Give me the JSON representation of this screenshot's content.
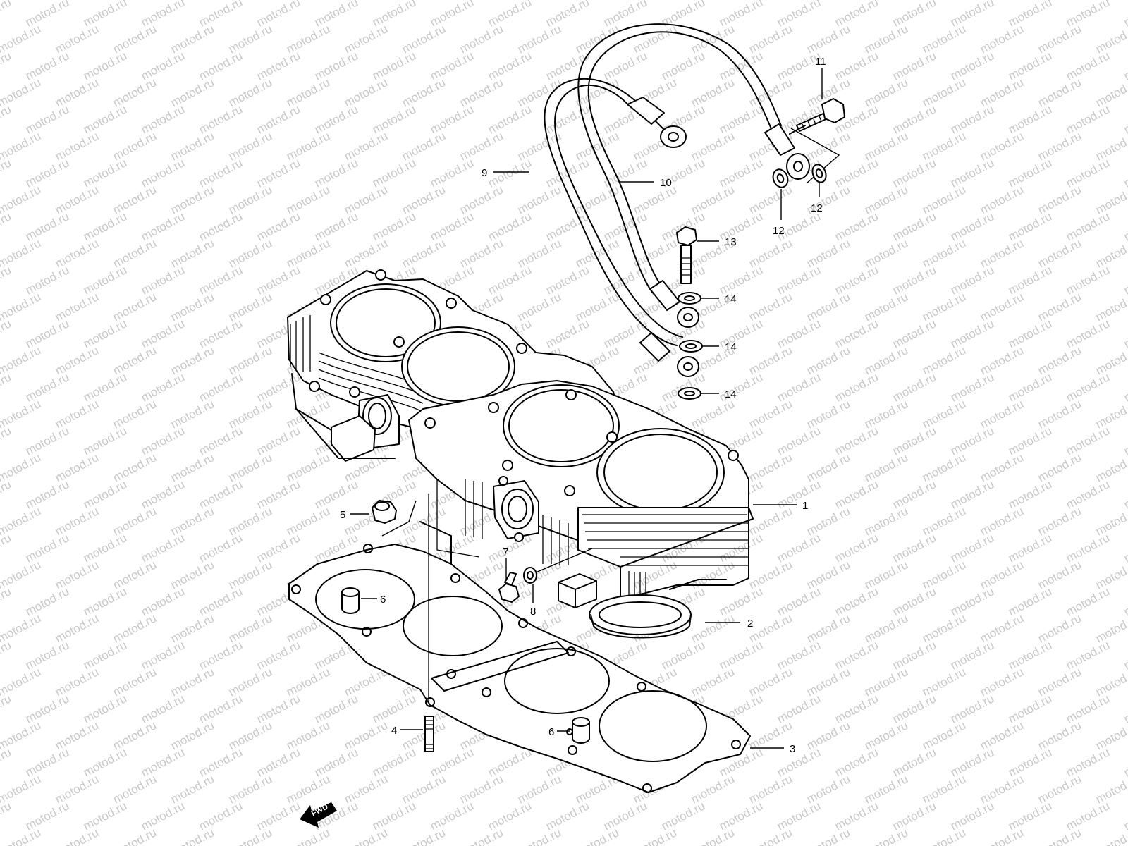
{
  "watermark": "motod.ru",
  "fwd_label": "FWD",
  "callouts": [
    {
      "id": "1",
      "label": "1"
    },
    {
      "id": "2",
      "label": "2"
    },
    {
      "id": "3",
      "label": "3"
    },
    {
      "id": "4",
      "label": "4"
    },
    {
      "id": "5",
      "label": "5"
    },
    {
      "id": "6a",
      "label": "6"
    },
    {
      "id": "6b",
      "label": "6"
    },
    {
      "id": "7",
      "label": "7"
    },
    {
      "id": "8",
      "label": "8"
    },
    {
      "id": "9",
      "label": "9"
    },
    {
      "id": "10",
      "label": "10"
    },
    {
      "id": "11",
      "label": "11"
    },
    {
      "id": "12a",
      "label": "12"
    },
    {
      "id": "12b",
      "label": "12"
    },
    {
      "id": "13",
      "label": "13"
    },
    {
      "id": "14a",
      "label": "14"
    },
    {
      "id": "14b",
      "label": "14"
    },
    {
      "id": "14c",
      "label": "14"
    }
  ],
  "colors": {
    "line": "#000000",
    "background": "#ffffff",
    "watermark": "#c8c8c8"
  }
}
